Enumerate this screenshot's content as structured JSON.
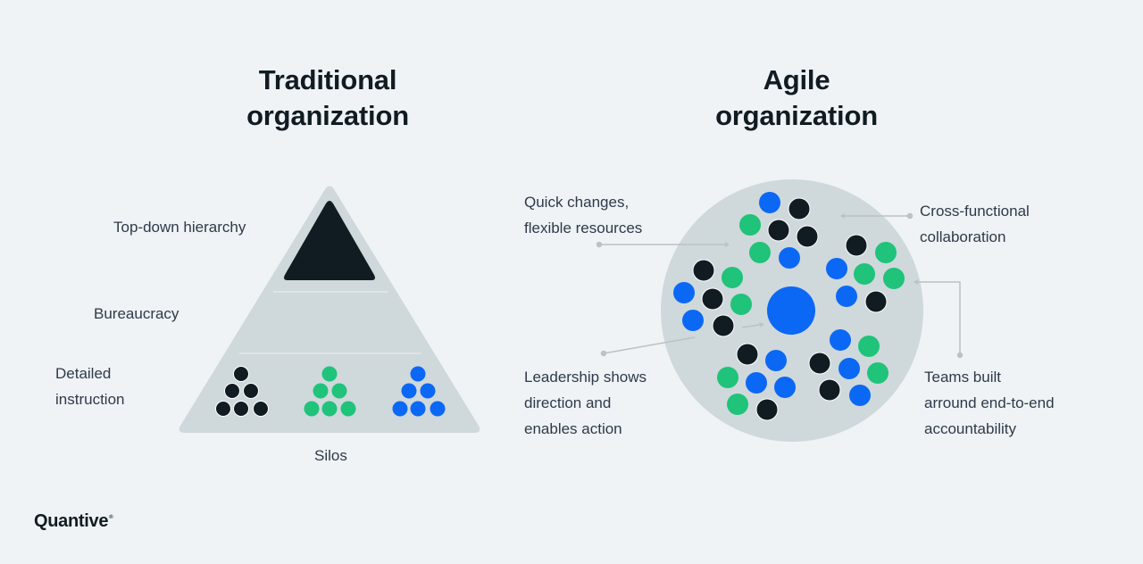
{
  "colors": {
    "background": "#eff3f6",
    "shape_fill": "#cfd8db",
    "dark": "#111c22",
    "green": "#1fc37a",
    "blue": "#0b68f5",
    "connector": "#b9c2c6"
  },
  "traditional": {
    "title_line1": "Traditional",
    "title_line2": "organization",
    "labels": {
      "top": "Top-down hierarchy",
      "middle": "Bureaucracy",
      "bottom_line1": "Detailed",
      "bottom_line2": "instruction",
      "base": "Silos"
    },
    "silo_groups": [
      "dark",
      "green",
      "blue"
    ]
  },
  "agile": {
    "title_line1": "Agile",
    "title_line2": "organization",
    "labels": {
      "quick_line1": "Quick changes,",
      "quick_line2": "flexible resources",
      "cross_line1": "Cross-functional",
      "cross_line2": "collaboration",
      "leadership_line1": "Leadership shows",
      "leadership_line2": "direction and",
      "leadership_line3": "enables action",
      "teams_line1": "Teams built",
      "teams_line2": "arround end-to-end",
      "teams_line3": "accountability"
    },
    "teams": [
      {
        "name": "top",
        "dots": [
          [
            "blue",
            862,
            227
          ],
          [
            "dark",
            895,
            234
          ],
          [
            "green",
            840,
            252
          ],
          [
            "dark",
            872,
            258
          ],
          [
            "dark",
            904,
            265
          ],
          [
            "green",
            851,
            283
          ],
          [
            "blue",
            884,
            289
          ]
        ]
      },
      {
        "name": "right",
        "dots": [
          [
            "dark",
            959,
            275
          ],
          [
            "green",
            992,
            283
          ],
          [
            "blue",
            937,
            301
          ],
          [
            "green",
            968,
            307
          ],
          [
            "green",
            1001,
            312
          ],
          [
            "blue",
            948,
            332
          ],
          [
            "dark",
            981,
            338
          ]
        ]
      },
      {
        "name": "left",
        "dots": [
          [
            "dark",
            788,
            303
          ],
          [
            "green",
            820,
            311
          ],
          [
            "blue",
            766,
            328
          ],
          [
            "dark",
            798,
            335
          ],
          [
            "green",
            830,
            341
          ],
          [
            "blue",
            776,
            359
          ],
          [
            "dark",
            810,
            365
          ]
        ]
      },
      {
        "name": "bottom-left",
        "dots": [
          [
            "dark",
            837,
            397
          ],
          [
            "blue",
            869,
            404
          ],
          [
            "green",
            815,
            423
          ],
          [
            "blue",
            847,
            429
          ],
          [
            "blue",
            879,
            434
          ],
          [
            "green",
            826,
            453
          ],
          [
            "dark",
            859,
            459
          ]
        ]
      },
      {
        "name": "bottom-right",
        "dots": [
          [
            "blue",
            941,
            381
          ],
          [
            "green",
            973,
            388
          ],
          [
            "dark",
            918,
            407
          ],
          [
            "blue",
            951,
            413
          ],
          [
            "green",
            983,
            418
          ],
          [
            "dark",
            929,
            437
          ],
          [
            "blue",
            963,
            443
          ]
        ]
      }
    ]
  },
  "logo": {
    "text": "Quantive",
    "mark": "®"
  }
}
